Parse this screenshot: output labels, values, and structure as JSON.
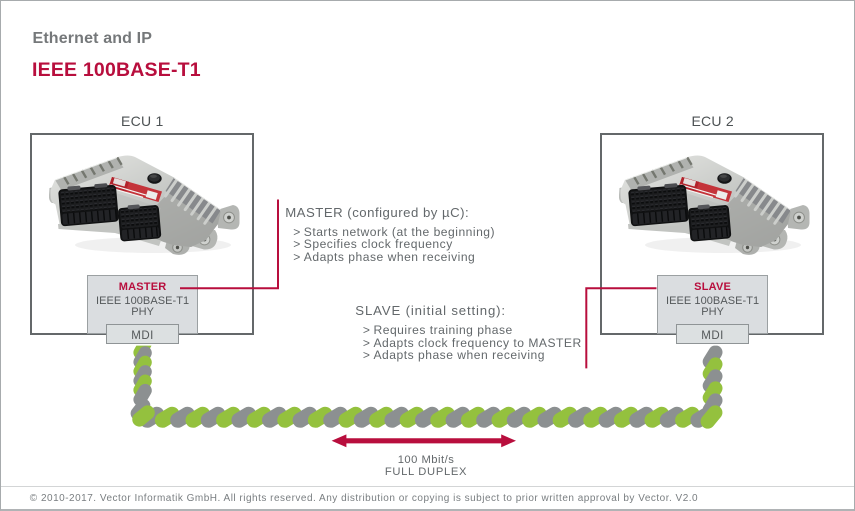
{
  "header": {
    "category": "Ethernet and IP",
    "title": "IEEE 100BASE-T1"
  },
  "bullet_marker": ">",
  "ecu1": {
    "label": "ECU 1",
    "role": "MASTER",
    "phy_line1": "IEEE 100BASE-T1",
    "phy_line2": "PHY",
    "port": "MDI"
  },
  "ecu2": {
    "label": "ECU 2",
    "role": "SLAVE",
    "phy_line1": "IEEE 100BASE-T1",
    "phy_line2": "PHY",
    "port": "MDI"
  },
  "master_note": {
    "title": "MASTER (configured by µC):",
    "bullets": [
      "Starts network (at the beginning)",
      "Specifies clock frequency",
      "Adapts phase when receiving"
    ]
  },
  "slave_note": {
    "title": "SLAVE (initial setting):",
    "bullets": [
      "Requires training phase",
      "Adapts clock frequency to MASTER",
      "Adapts phase when receiving"
    ]
  },
  "link": {
    "speed": "100 Mbit/s",
    "duplex": "FULL DUPLEX"
  },
  "footer": {
    "copyright": "© 2010-2017. Vector Informatik GmbH. All rights reserved. Any distribution or copying is subject to prior written approval by Vector. V2.0"
  },
  "colors": {
    "accent_red": "#b80e3d",
    "cable_green": "#94c13e",
    "cable_gray": "#8c9091",
    "heading_gray": "#75787a",
    "text_gray": "#63686b",
    "dark_text": "#54585a",
    "label_gray": "#4d5254",
    "box_fill": "#dadde0",
    "box_border": "#9ba0a2",
    "ecu_border": "#64686a",
    "footer_gray": "#797e81"
  }
}
